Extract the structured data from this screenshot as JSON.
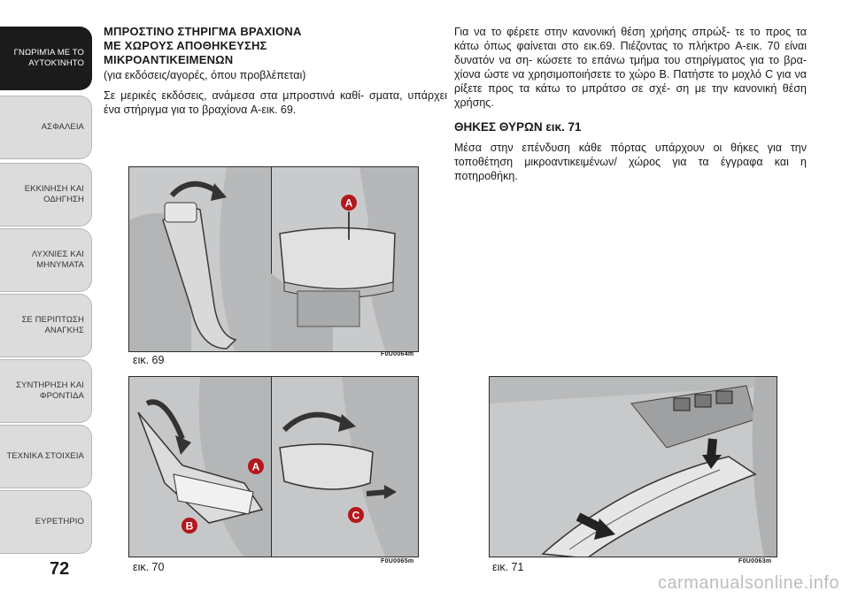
{
  "sidebar": {
    "tabs": [
      {
        "label": "ΓΝΩΡΙΜΊΑ ΜΕ ΤΟ\nΑΥΤΟΚΊΝΗΤΟ",
        "active": true
      },
      {
        "label": "ΑΣΦΑΛΕΙΑ",
        "active": false
      },
      {
        "label": "ΕΚΚΙΝΗΣΗ ΚΑΙ\nΟΔΗΓΗΣΗ",
        "active": false
      },
      {
        "label": "ΛΥΧΝΙΕΣ ΚΑΙ\nΜΗΝΥΜΑΤΑ",
        "active": false
      },
      {
        "label": "ΣΕ ΠΕΡΙΠΤΩΣΗ\nΑΝΑΓΚΗΣ",
        "active": false
      },
      {
        "label": "ΣΥΝΤΗΡΗΣΗ ΚΑΙ\nΦΡΟΝΤΙΔΑ",
        "active": false
      },
      {
        "label": "ΤΕΧΝΙΚΑ ΣΤΟΙΧΕΙΑ",
        "active": false
      },
      {
        "label": "ΕΥΡΕΤΗΡΙΟ",
        "active": false
      }
    ]
  },
  "page_number": "72",
  "left": {
    "heading_lines": [
      "ΜΠΡΟΣΤΙΝΟ ΣΤΗΡΙΓΜΑ ΒΡΑΧΙΟΝΑ",
      "ΜΕ ΧΩΡΟΥΣ ΑΠΟΘΗΚΕΥΣΗΣ",
      "ΜΙΚΡΟΑΝΤΙΚΕΙΜΕΝΩΝ"
    ],
    "subheading": "(για εκδόσεις/αγορές, όπου προβλέπεται)",
    "paragraph": "Σε μερικές εκδόσεις, ανάμεσα στα μπροστινά καθί- σματα, υπάρχει ένα στήριγμα για το βραχίονα A-εικ. 69."
  },
  "right": {
    "paragraph1": "Για να το φέρετε στην κανονική θέση χρήσης σπρώξ- τε το προς τα κάτω όπως φαίνεται στο εικ.69. Πιέζοντας το πλήκτρο A-εικ. 70 είναι δυνατόν να ση- κώσετε το επάνω τμήμα του στηρίγματος για το βρα- χίονα ώστε να χρησιμοποιήσετε το χώρο B. Πατήστε το μοχλό C για να ρίξετε προς τα κάτω το μπράτσο σε σχέ- ση με την κανονική θέση χρήσης.",
    "heading2": "ΘΗΚΕΣ ΘΥΡΩΝ εικ. 71",
    "paragraph2": "Μέσα στην επένδυση κάθε πόρτας υπάρχουν οι θήκες για την τοποθέτηση μικροαντικειμένων/ χώρος για τα έγγραφα και η ποτηροθήκη."
  },
  "figures": {
    "fig69": {
      "caption": "εικ. 69",
      "code": "F0U0064m",
      "callouts": [
        "A"
      ]
    },
    "fig70": {
      "caption": "εικ. 70",
      "code": "F0U0065m",
      "callouts": [
        "A",
        "B",
        "C"
      ]
    },
    "fig71": {
      "caption": "εικ. 71",
      "code": "F0U0063m"
    }
  },
  "watermark": "carmanualsonline.info"
}
